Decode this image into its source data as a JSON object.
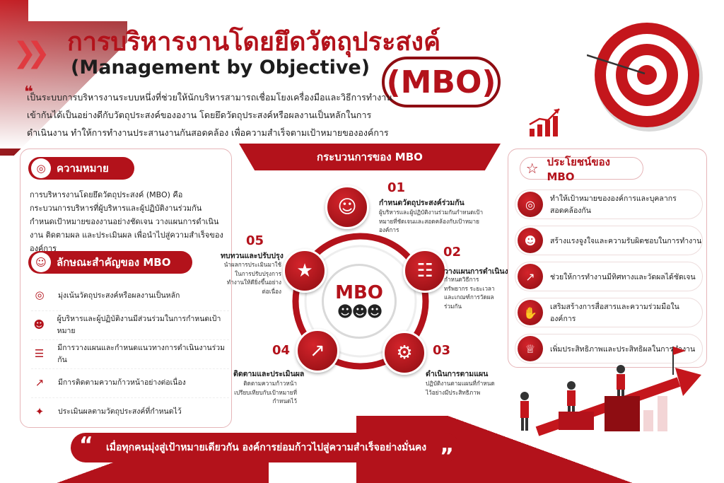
{
  "header": {
    "title_th": "การบริหารงานโดยยึดวัตถุประสงค์",
    "title_en": "(Management by Objective)",
    "badge": "(MBO)"
  },
  "intro": "เป็นระบบการบริหารงานระบบหนึ่งที่ช่วยให้นักบริหารสามารถเชื่อมโยงเครื่องมือและวิธีการทำงานเข้ากันได้เป็นอย่างดีกับวัตถุประสงค์ขององาน โดยยึดวัตถุประสงค์หรือผลงานเป็นหลักในการดำเนินงาน ทำให้การทำงานประสานงานกันสอดคล้อง เพื่อความสำเร็จตามเป้าหมายขององค์การ",
  "meaning": {
    "heading": "ความหมาย",
    "icon": "target-icon",
    "text": "การบริหารงานโดยยึดวัตถุประสงค์ (MBO) คือ กระบวนการบริหารที่ผู้บริหารและผู้ปฏิบัติงานร่วมกันกำหนดเป้าหมายของงานอย่างชัดเจน วางแผนการดำเนินงาน ติดตามผล และประเมินผล เพื่อนำไปสู่ความสำเร็จขององค์การ"
  },
  "characteristics": {
    "heading": "ลักษณะสำคัญของ MBO",
    "icon": "people-icon",
    "items": [
      {
        "icon": "target-icon",
        "label": "มุ่งเน้นวัตถุประสงค์หรือผลงานเป็นหลัก"
      },
      {
        "icon": "team-icon",
        "label": "ผู้บริหารและผู้ปฏิบัติงานมีส่วนร่วมในการกำหนดเป้าหมาย"
      },
      {
        "icon": "checklist-icon",
        "label": "มีการวางแผนและกำหนดแนวทางการดำเนินงานร่วมกัน"
      },
      {
        "icon": "chart-icon",
        "label": "มีการติดตามความก้าวหน้าอย่างต่อเนื่อง"
      },
      {
        "icon": "medal-icon",
        "label": "ประเมินผลตามวัตถุประสงค์ที่กำหนดไว้"
      }
    ]
  },
  "process": {
    "heading": "กระบวนการของ MBO",
    "center": "MBO",
    "steps": [
      {
        "num": "01",
        "title": "กำหนดวัตถุประสงค์ร่วมกัน",
        "desc": "ผู้บริหารและผู้ปฏิบัติงานร่วมกันกำหนดเป้าหมายที่ชัดเจนและสอดคล้องกับเป้าหมายองค์การ",
        "icon": "team-chat-icon"
      },
      {
        "num": "02",
        "title": "วางแผนการดำเนินงาน",
        "desc": "กำหนดวิธีการ ทรัพยากร ระยะเวลา และเกณฑ์การวัดผลร่วมกัน",
        "icon": "clipboard-icon"
      },
      {
        "num": "03",
        "title": "ดำเนินการตามแผน",
        "desc": "ปฏิบัติงานตามแผนที่กำหนดไว้อย่างมีประสิทธิภาพ",
        "icon": "gear-icon"
      },
      {
        "num": "04",
        "title": "ติดตามและประเมินผล",
        "desc": "ติดตามความก้าวหน้า เปรียบเทียบกับเป้าหมายที่กำหนดไว้",
        "icon": "growth-chart-icon"
      },
      {
        "num": "05",
        "title": "ทบทวนและปรับปรุง",
        "desc": "นำผลการประเมินมาใช้ในการปรับปรุงการทำงานให้ดียิ่งขึ้นอย่างต่อเนื่อง",
        "icon": "award-icon"
      }
    ]
  },
  "benefits": {
    "heading": "ประโยชน์ของ MBO",
    "icon": "star-icon",
    "items": [
      {
        "icon": "target-icon",
        "label": "ทำให้เป้าหมายขององค์การและบุคลากรสอดคล้องกัน"
      },
      {
        "icon": "team-icon",
        "label": "สร้างแรงจูงใจและความรับผิดชอบในการทำงาน"
      },
      {
        "icon": "chart-icon",
        "label": "ช่วยให้การทำงานมีทิศทางและวัดผลได้ชัดเจน"
      },
      {
        "icon": "handshake-icon",
        "label": "เสริมสร้างการสื่อสารและความร่วมมือในองค์การ"
      },
      {
        "icon": "trophy-icon",
        "label": "เพิ่มประสิทธิภาพและประสิทธิผลในการทำงาน"
      }
    ]
  },
  "quote": "เมื่อทุกคนมุ่งสู่เป้าหมายเดียวกัน องค์การย่อมก้าวไปสู่ความสำเร็จอย่างมั่นคง"
}
